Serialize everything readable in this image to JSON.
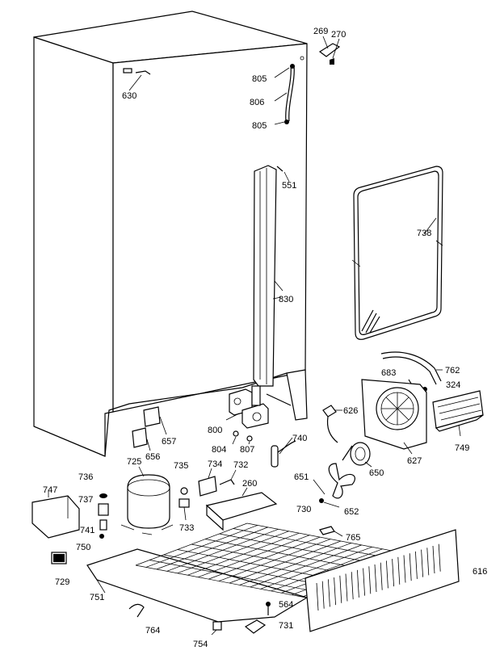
{
  "parts": [
    {
      "id": "p269",
      "label": "269"
    },
    {
      "id": "p270",
      "label": "270"
    },
    {
      "id": "p805a",
      "label": "805"
    },
    {
      "id": "p806",
      "label": "806"
    },
    {
      "id": "p805b",
      "label": "805"
    },
    {
      "id": "p630",
      "label": "630"
    },
    {
      "id": "p551",
      "label": "551"
    },
    {
      "id": "p738",
      "label": "738"
    },
    {
      "id": "p830",
      "label": "830"
    },
    {
      "id": "p762",
      "label": "762"
    },
    {
      "id": "p683",
      "label": "683"
    },
    {
      "id": "p324",
      "label": "324"
    },
    {
      "id": "p626",
      "label": "626"
    },
    {
      "id": "p657",
      "label": "657"
    },
    {
      "id": "p800",
      "label": "800"
    },
    {
      "id": "p656",
      "label": "656"
    },
    {
      "id": "p804",
      "label": "804"
    },
    {
      "id": "p807",
      "label": "807"
    },
    {
      "id": "p740",
      "label": "740"
    },
    {
      "id": "p650",
      "label": "650"
    },
    {
      "id": "p627",
      "label": "627"
    },
    {
      "id": "p749",
      "label": "749"
    },
    {
      "id": "p725",
      "label": "725"
    },
    {
      "id": "p735",
      "label": "735"
    },
    {
      "id": "p734",
      "label": "734"
    },
    {
      "id": "p732",
      "label": "732"
    },
    {
      "id": "p736",
      "label": "736"
    },
    {
      "id": "p651",
      "label": "651"
    },
    {
      "id": "p260",
      "label": "260"
    },
    {
      "id": "p747",
      "label": "747"
    },
    {
      "id": "p737",
      "label": "737"
    },
    {
      "id": "p730",
      "label": "730"
    },
    {
      "id": "p652",
      "label": "652"
    },
    {
      "id": "p741",
      "label": "741"
    },
    {
      "id": "p733",
      "label": "733"
    },
    {
      "id": "p765",
      "label": "765"
    },
    {
      "id": "p750",
      "label": "750"
    },
    {
      "id": "p616",
      "label": "616"
    },
    {
      "id": "p729",
      "label": "729"
    },
    {
      "id": "p751",
      "label": "751"
    },
    {
      "id": "p564",
      "label": "564"
    },
    {
      "id": "p764",
      "label": "764"
    },
    {
      "id": "p731",
      "label": "731"
    },
    {
      "id": "p754",
      "label": "754"
    }
  ]
}
